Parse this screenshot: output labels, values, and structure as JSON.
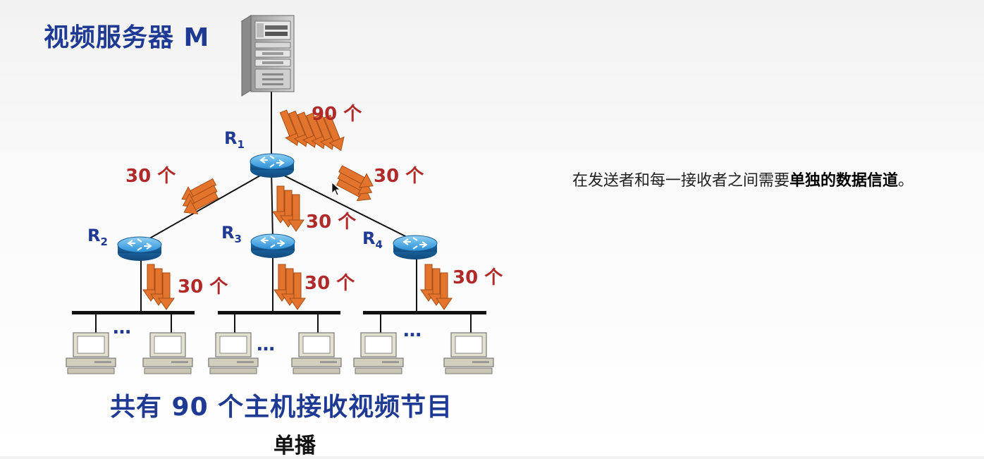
{
  "title": "视频服务器 M",
  "routers": {
    "r1": {
      "letter": "R",
      "sub": "1"
    },
    "r2": {
      "letter": "R",
      "sub": "2"
    },
    "r3": {
      "letter": "R",
      "sub": "3"
    },
    "r4": {
      "letter": "R",
      "sub": "4"
    }
  },
  "flows": {
    "server_r1": "90 个",
    "r1_r2": "30 个",
    "r1_r3": "30 个",
    "r1_r4": "30 个",
    "r2_lan": "30 个",
    "r3_lan": "30 个",
    "r4_lan": "30 个"
  },
  "lan_dots": "…",
  "caption": "共有 90 个主机接收视频节目",
  "mode_label": "单播",
  "note": {
    "normal": "在发送者和每一接收者之间需要",
    "emphasis": "单独的数据信道",
    "end": "。"
  },
  "colors": {
    "title_blue": "#1f3a93",
    "count_red": "#b02a2a",
    "arrow_orange": "#e2742e",
    "router_blue": "#2a8fd6"
  }
}
